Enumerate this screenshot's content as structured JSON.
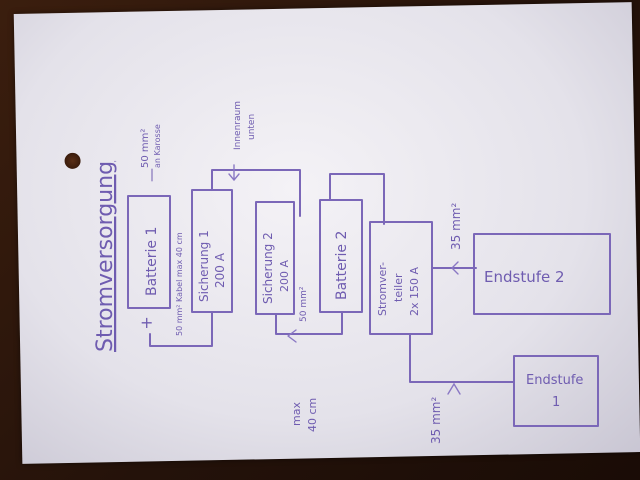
{
  "diagram": {
    "title": "Stromversorgung",
    "ink_color": "#7b67b8",
    "paper_color": "#eeecf2",
    "blocks": {
      "batterie1": "Batterie 1",
      "sicherung1_line1": "Sicherung 1",
      "sicherung1_line2": "200 A",
      "sicherung2_line1": "Sicherung 2",
      "sicherung2_line2": "200 A",
      "batterie2": "Batterie 2",
      "stromverteiler_line1": "Stromver-",
      "stromverteiler_line2": "teiler",
      "stromverteiler_line3": "2x 150 A",
      "endstufe2": "Endstufe 2",
      "endstufe1_line1": "Endstufe",
      "endstufe1_line2": "1"
    },
    "annotations": {
      "plus_sign": "+",
      "minus_sign": "—",
      "karosse_line1": "50 mm²",
      "karosse_line2": "an Karosse",
      "kabel_label": "50 mm² Kabel max 40 cm",
      "innenraum_line1": "Innenraum",
      "innenraum_line2": "unten",
      "kabel2_label": "50 mm²",
      "max_line1": "max",
      "max_line2": "40 cm",
      "cable35_top": "35 mm²",
      "cable35_bottom": "35 mm²"
    }
  }
}
